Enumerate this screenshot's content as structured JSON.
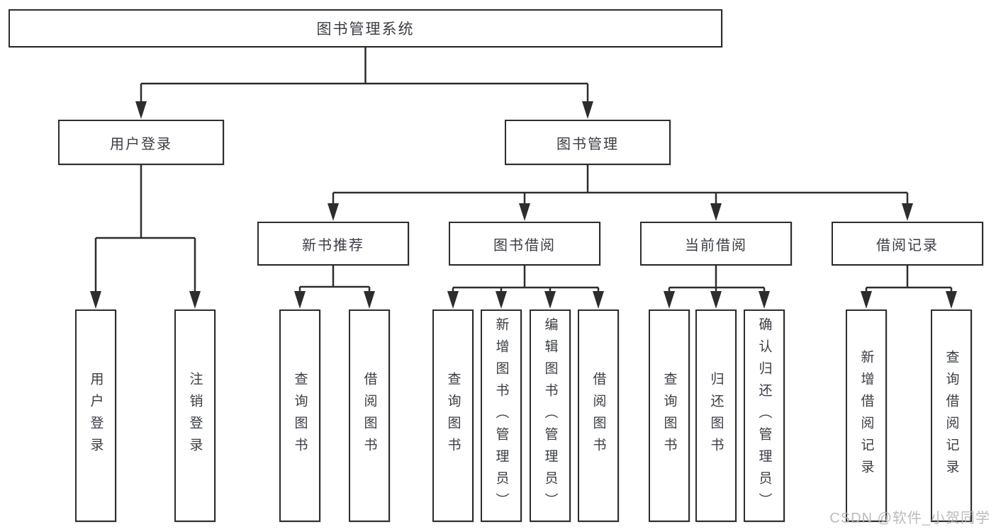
{
  "tree": {
    "root": {
      "label": "图书管理系统",
      "children": [
        {
          "label": "用户登录",
          "children": [
            {
              "label": "用户登录"
            },
            {
              "label": "注销登录"
            }
          ]
        },
        {
          "label": "图书管理",
          "children": [
            {
              "label": "新书推荐",
              "children": [
                {
                  "label": "查询图书"
                },
                {
                  "label": "借阅图书"
                }
              ]
            },
            {
              "label": "图书借阅",
              "children": [
                {
                  "label": "查询图书"
                },
                {
                  "label": "新增图书（管理员）"
                },
                {
                  "label": "编辑图书（管理员）"
                },
                {
                  "label": "借阅图书"
                }
              ]
            },
            {
              "label": "当前借阅",
              "children": [
                {
                  "label": "查询图书"
                },
                {
                  "label": "归还图书"
                },
                {
                  "label": "确认归还（管理员）"
                }
              ]
            },
            {
              "label": "借阅记录",
              "children": [
                {
                  "label": "新增借阅记录"
                },
                {
                  "label": "查询借阅记录"
                }
              ]
            }
          ]
        }
      ]
    }
  },
  "watermark": {
    "text": "CSDN @软件_小贺同学"
  },
  "colors": {
    "line": "#2d2d2d",
    "box_border": "#2d2d2d",
    "box_fill": "#ffffff",
    "text": "#3a3d44",
    "watermark": "#b4b4b4",
    "background": "#ffffff"
  }
}
